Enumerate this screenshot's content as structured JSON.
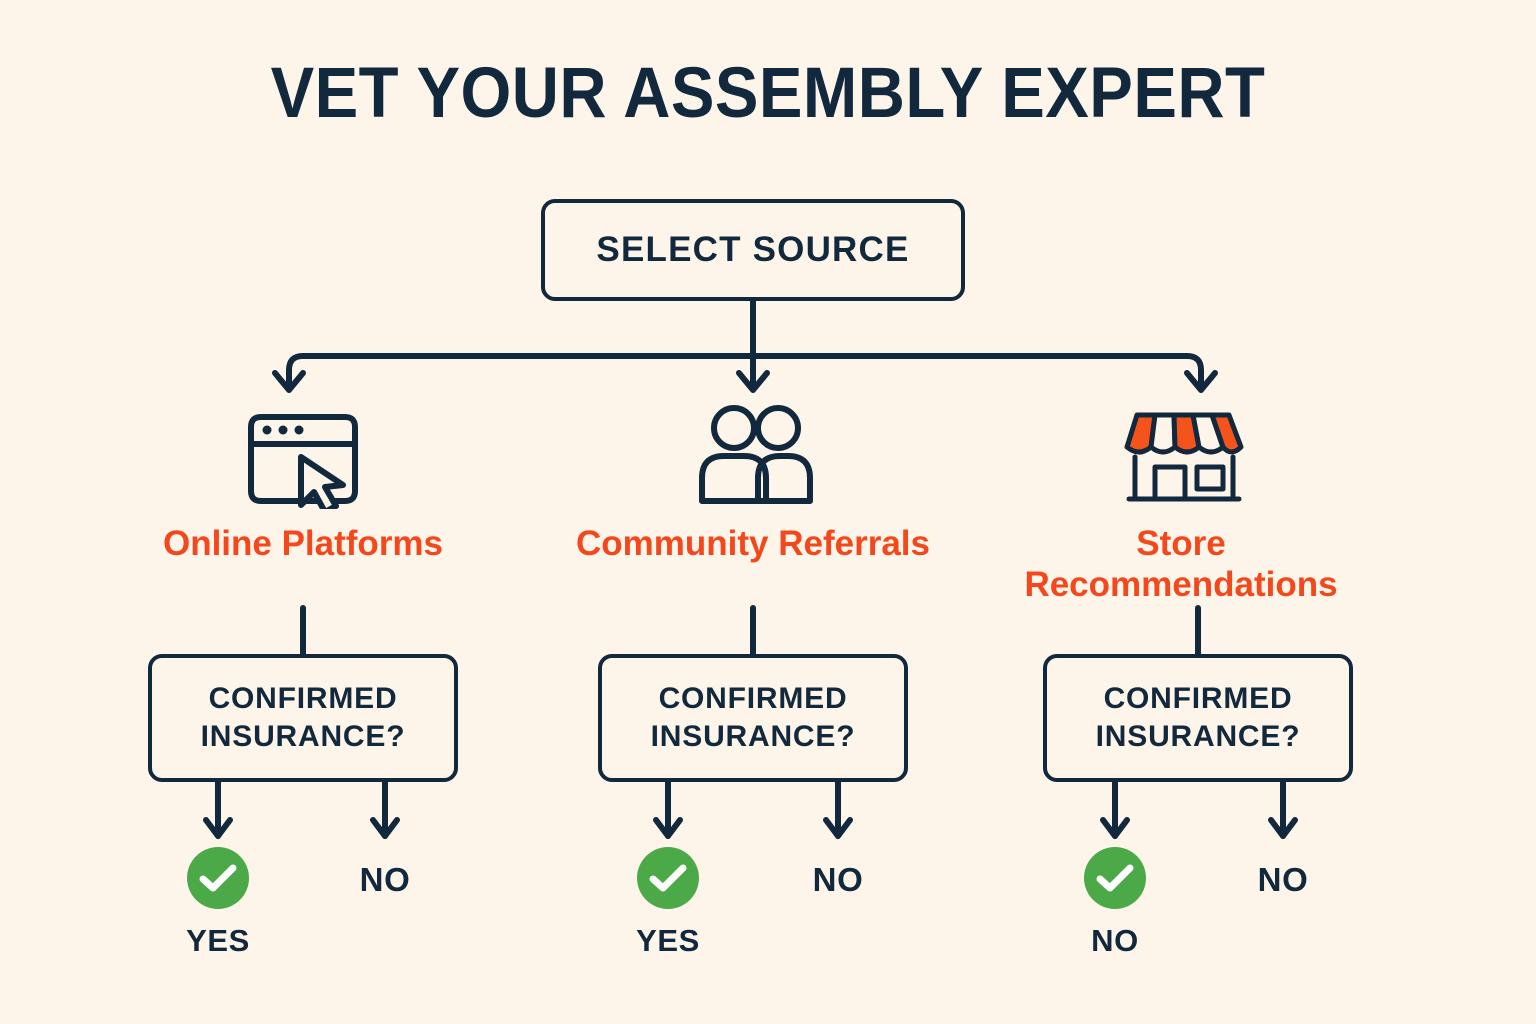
{
  "page": {
    "title": "VET YOUR ASSEMBLY EXPERT",
    "background_color": "#FDF5EA",
    "ink_color": "#12283C",
    "accent_color": "#F4481C",
    "success_color": "#4CA948"
  },
  "root": {
    "label": "SELECT SOURCE"
  },
  "branches": [
    {
      "icon": "browser-window-cursor-icon",
      "source_label": "Online Platforms",
      "decision_label": "CONFIRMED\nINSURANCE?",
      "outcomes": {
        "positive_label": "YES",
        "negative_label": "NO"
      }
    },
    {
      "icon": "two-people-icon",
      "source_label": "Community Referrals",
      "decision_label": "CONFIRMED\nINSURANCE?",
      "outcomes": {
        "positive_label": "YES",
        "negative_label": "NO"
      }
    },
    {
      "icon": "storefront-icon",
      "source_label": "Store Recommendations",
      "decision_label": "CONFIRMED\nINSURANCE?",
      "outcomes": {
        "positive_label": "NO",
        "negative_label": "NO"
      }
    }
  ]
}
